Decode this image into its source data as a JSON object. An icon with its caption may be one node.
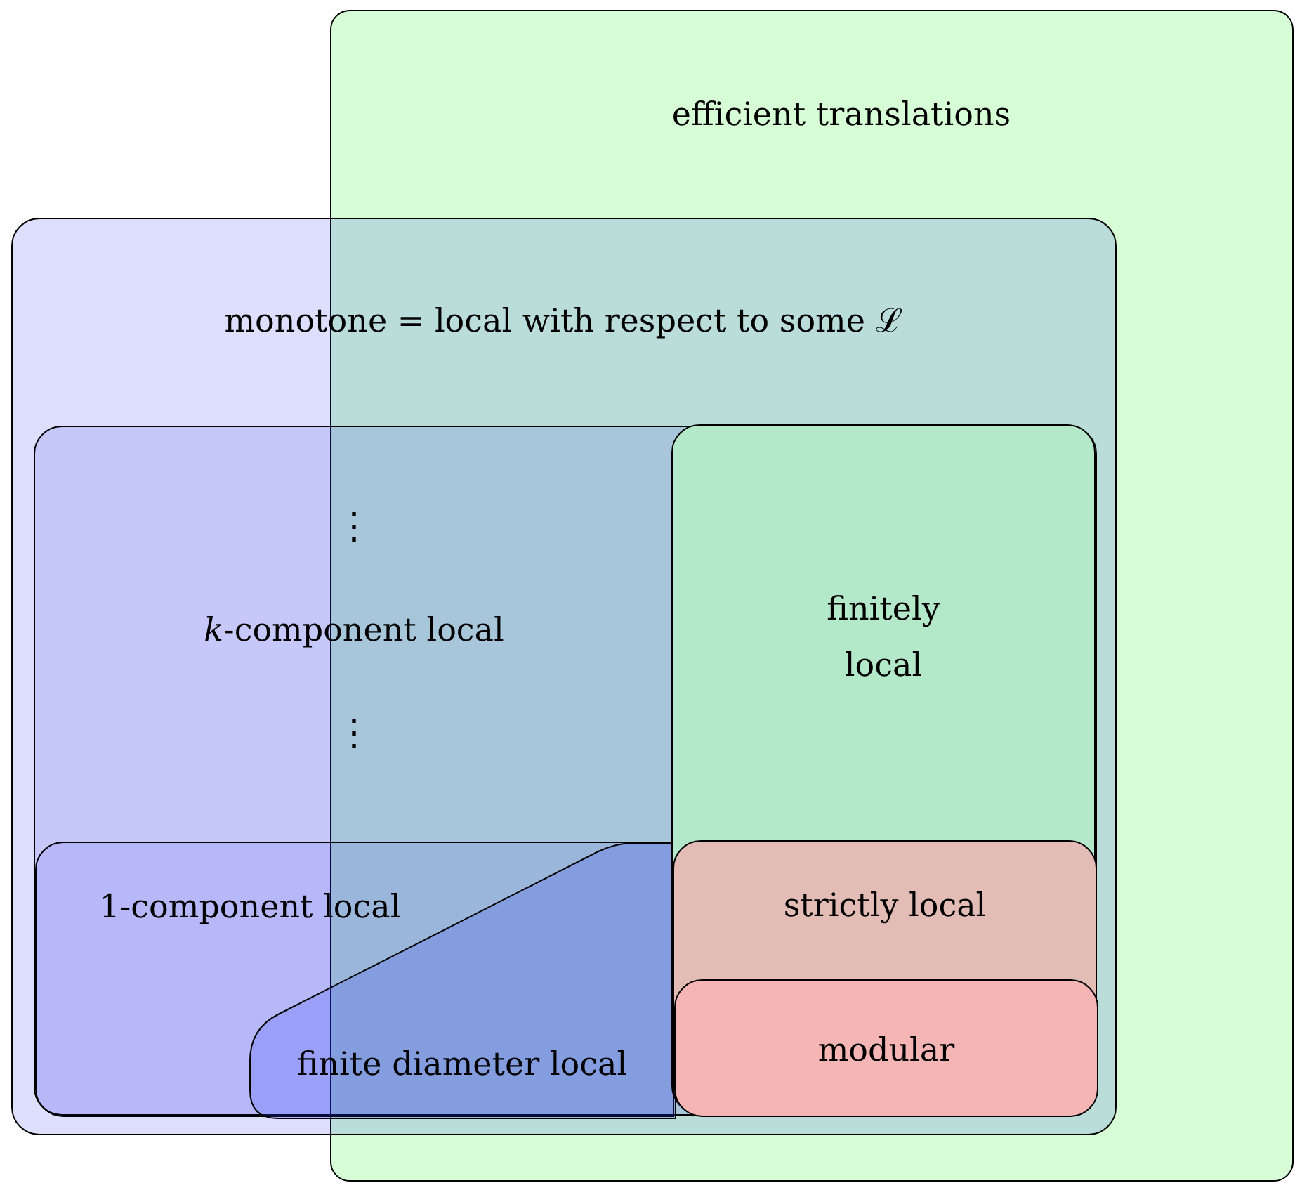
{
  "diagram": {
    "nodes": [
      {
        "text": [
          "efficient translations"
        ]
      },
      {
        "text": [
          "monotone = local with respect to some ℒ"
        ]
      },
      {
        "text": [
          "⋮",
          "*k*-component local",
          "⋮"
        ],
        "in": 1
      },
      {
        "text": [
          "finitely local"
        ]
      },
      {
        "text": [
          "1-component local"
        ],
        "in": 2
      },
      {
        "text": [
          "finite diameter local"
        ],
        "in": 4
      },
      {
        "text": [
          "strictly local"
        ],
        "in": 3
      },
      {
        "text": [
          "modular"
        ],
        "in": 6
      }
    ]
  }
}
